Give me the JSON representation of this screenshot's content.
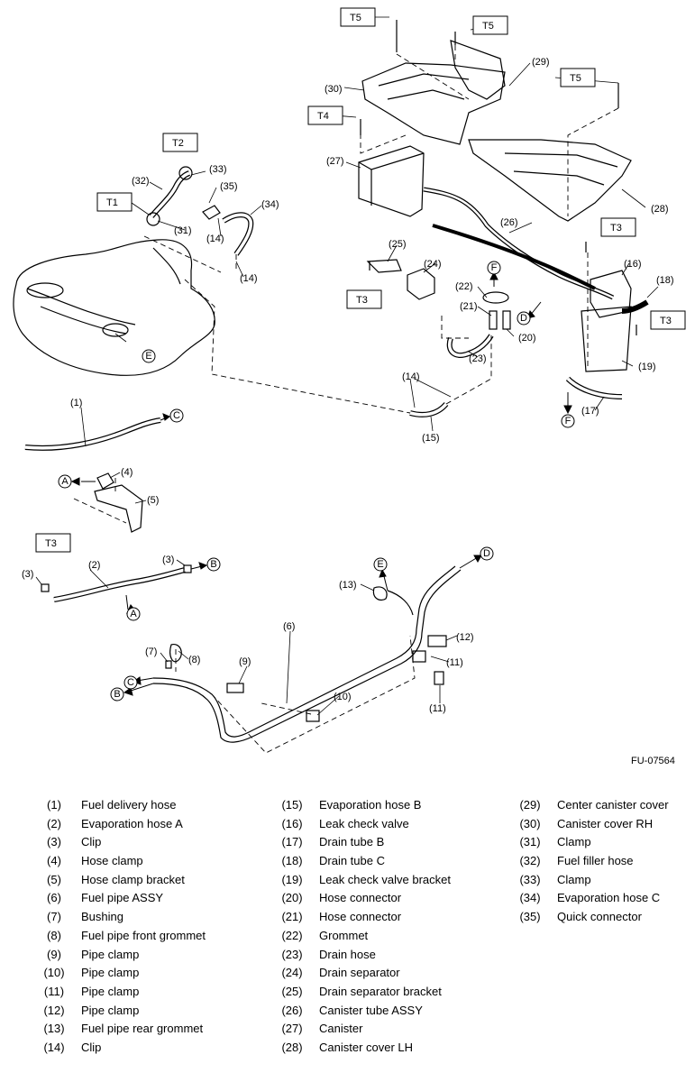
{
  "figure_code": "FU-07564",
  "torque_labels": [
    "T1",
    "T2",
    "T3",
    "T4",
    "T5"
  ],
  "ref_letters": [
    "A",
    "B",
    "C",
    "D",
    "E",
    "F"
  ],
  "parts": [
    {
      "num": "(1)",
      "name": "Fuel delivery hose"
    },
    {
      "num": "(2)",
      "name": "Evaporation hose A"
    },
    {
      "num": "(3)",
      "name": "Clip"
    },
    {
      "num": "(4)",
      "name": "Hose clamp"
    },
    {
      "num": "(5)",
      "name": "Hose clamp bracket"
    },
    {
      "num": "(6)",
      "name": "Fuel pipe ASSY"
    },
    {
      "num": "(7)",
      "name": "Bushing"
    },
    {
      "num": "(8)",
      "name": "Fuel pipe front grommet"
    },
    {
      "num": "(9)",
      "name": "Pipe clamp"
    },
    {
      "num": "(10)",
      "name": "Pipe clamp"
    },
    {
      "num": "(11)",
      "name": "Pipe clamp"
    },
    {
      "num": "(12)",
      "name": "Pipe clamp"
    },
    {
      "num": "(13)",
      "name": "Fuel pipe rear grommet"
    },
    {
      "num": "(14)",
      "name": "Clip"
    },
    {
      "num": "(15)",
      "name": "Evaporation hose B"
    },
    {
      "num": "(16)",
      "name": "Leak check valve"
    },
    {
      "num": "(17)",
      "name": "Drain tube B"
    },
    {
      "num": "(18)",
      "name": "Drain tube C"
    },
    {
      "num": "(19)",
      "name": "Leak check valve bracket"
    },
    {
      "num": "(20)",
      "name": "Hose connector"
    },
    {
      "num": "(21)",
      "name": "Hose connector"
    },
    {
      "num": "(22)",
      "name": "Grommet"
    },
    {
      "num": "(23)",
      "name": "Drain hose"
    },
    {
      "num": "(24)",
      "name": "Drain separator"
    },
    {
      "num": "(25)",
      "name": "Drain separator bracket"
    },
    {
      "num": "(26)",
      "name": "Canister tube ASSY"
    },
    {
      "num": "(27)",
      "name": "Canister"
    },
    {
      "num": "(28)",
      "name": "Canister cover LH"
    },
    {
      "num": "(29)",
      "name": "Center canister cover"
    },
    {
      "num": "(30)",
      "name": "Canister cover RH"
    },
    {
      "num": "(31)",
      "name": "Clamp"
    },
    {
      "num": "(32)",
      "name": "Fuel filler hose"
    },
    {
      "num": "(33)",
      "name": "Clamp"
    },
    {
      "num": "(34)",
      "name": "Evaporation hose C"
    },
    {
      "num": "(35)",
      "name": "Quick connector"
    }
  ],
  "part_number_labels": [
    "(1)",
    "(2)",
    "(3)",
    "(4)",
    "(5)",
    "(6)",
    "(7)",
    "(8)",
    "(9)",
    "(10)",
    "(11)",
    "(12)",
    "(13)",
    "(14)",
    "(15)",
    "(16)",
    "(17)",
    "(18)",
    "(19)",
    "(20)",
    "(21)",
    "(22)",
    "(23)",
    "(24)",
    "(25)",
    "(26)",
    "(27)",
    "(28)",
    "(29)",
    "(30)",
    "(31)",
    "(32)",
    "(33)",
    "(34)",
    "(35)"
  ]
}
